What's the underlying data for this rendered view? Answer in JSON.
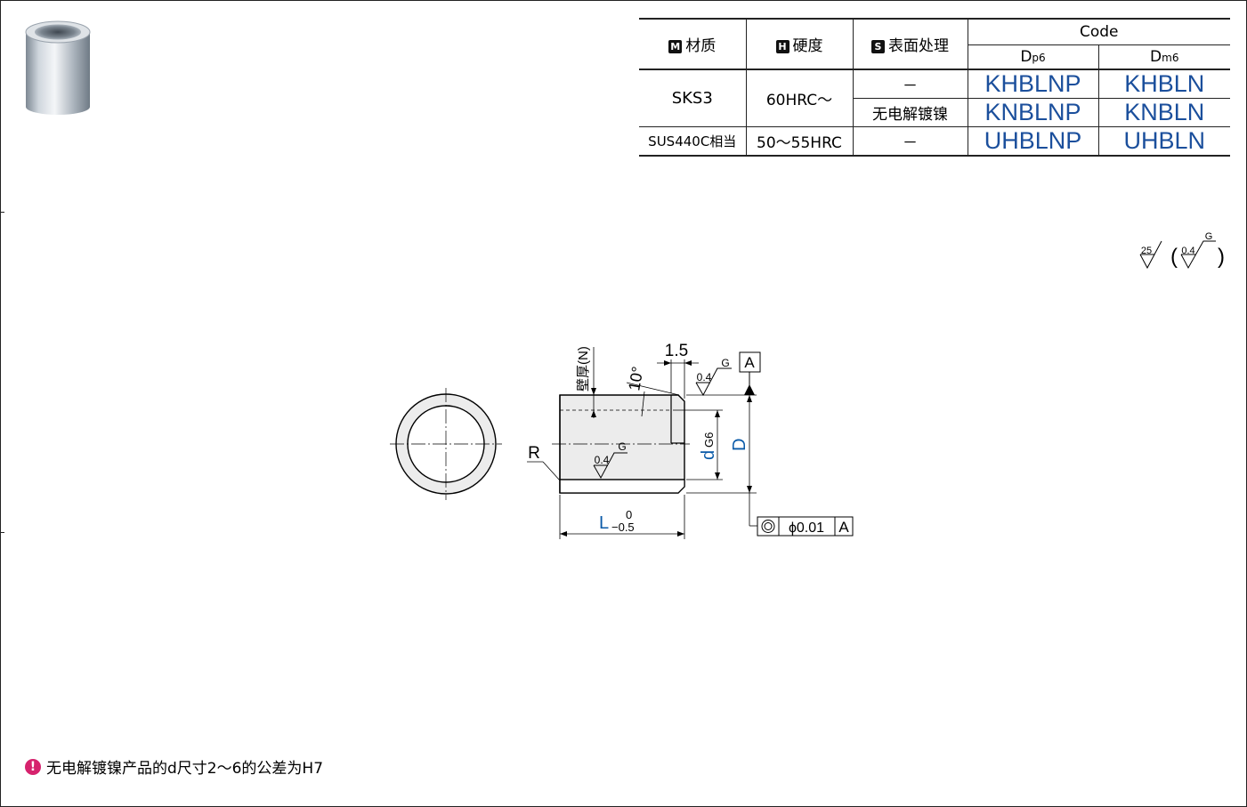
{
  "table": {
    "header": {
      "material_badge": "M",
      "material_label": "材质",
      "hardness_badge": "H",
      "hardness_label": "硬度",
      "surface_badge": "S",
      "surface_label": "表面处理",
      "code_label": "Code",
      "dp6_main": "D",
      "dp6_sub": "p6",
      "dm6_main": "D",
      "dm6_sub": "m6"
    },
    "rows": [
      {
        "material": "SKS3",
        "hardness": "60HRC～",
        "surface": "－",
        "dp6": "KHBLNP",
        "dm6": "KHBLN"
      },
      {
        "surface": "无电解镀镍",
        "dp6": "KNBLNP",
        "dm6": "KNBLN"
      },
      {
        "material": "SUS440C相当",
        "hardness": "50～55HRC",
        "surface": "－",
        "dp6": "UHBLNP",
        "dm6": "UHBLN"
      }
    ]
  },
  "drawing": {
    "roughness_general": "25",
    "roughness_special": "0.4",
    "roughness_g": "G",
    "paren_open": "(",
    "paren_close": ")",
    "dim_chamfer": "1.5",
    "dim_angle": "10°",
    "label_wall": "壁厚(N)",
    "label_r": "R",
    "label_g1": "G",
    "label_g2": "G",
    "label_04a": "0.4",
    "label_04b": "0.4",
    "datum_a": "A",
    "label_d_small": "d",
    "label_d_small_sub": "G6",
    "label_D": "D",
    "label_L": "L",
    "tol_upper": "0",
    "tol_lower": "−0.5",
    "concentricity_value": "ϕ0.01",
    "concentricity_datum": "A"
  },
  "note": {
    "icon": "alert-icon",
    "text": "无电解镀镍产品的d尺寸2～6的公差为H7"
  },
  "colors": {
    "code_blue": "#1b4f9c",
    "dim_blue": "#0a5aa8",
    "note_magenta": "#d6226d"
  }
}
